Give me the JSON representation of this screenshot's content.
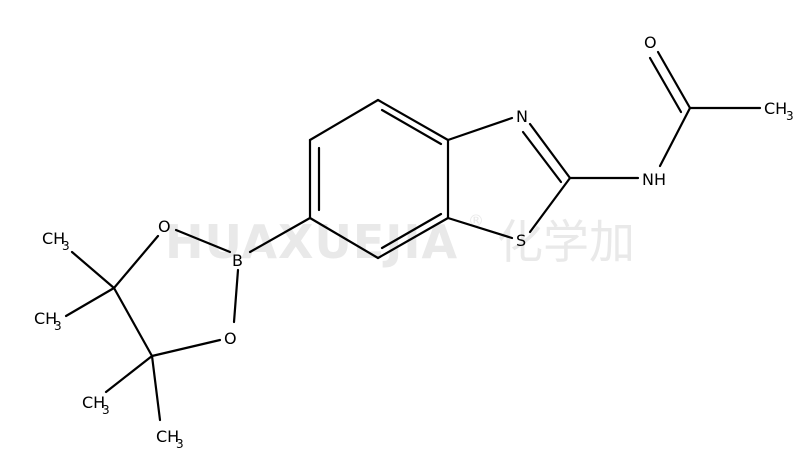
{
  "watermark": {
    "latin": "HUAXUEJIA",
    "reg": "®",
    "cn": "化学加"
  },
  "labels": {
    "o_carbonyl": "O",
    "n_thiazole": "N",
    "s_thiazole": "S",
    "nh": "NH",
    "ch3_acetyl": {
      "main": "CH",
      "sub": "3"
    },
    "b": "B",
    "o_upper": "O",
    "o_lower": "O",
    "ch3_a": {
      "main": "CH",
      "sub": "3"
    },
    "ch3_b": {
      "main": "CH",
      "sub": "3"
    },
    "ch3_c": {
      "main": "CH",
      "sub": "3"
    },
    "ch3_d": {
      "main": "CH",
      "sub": "3"
    }
  }
}
